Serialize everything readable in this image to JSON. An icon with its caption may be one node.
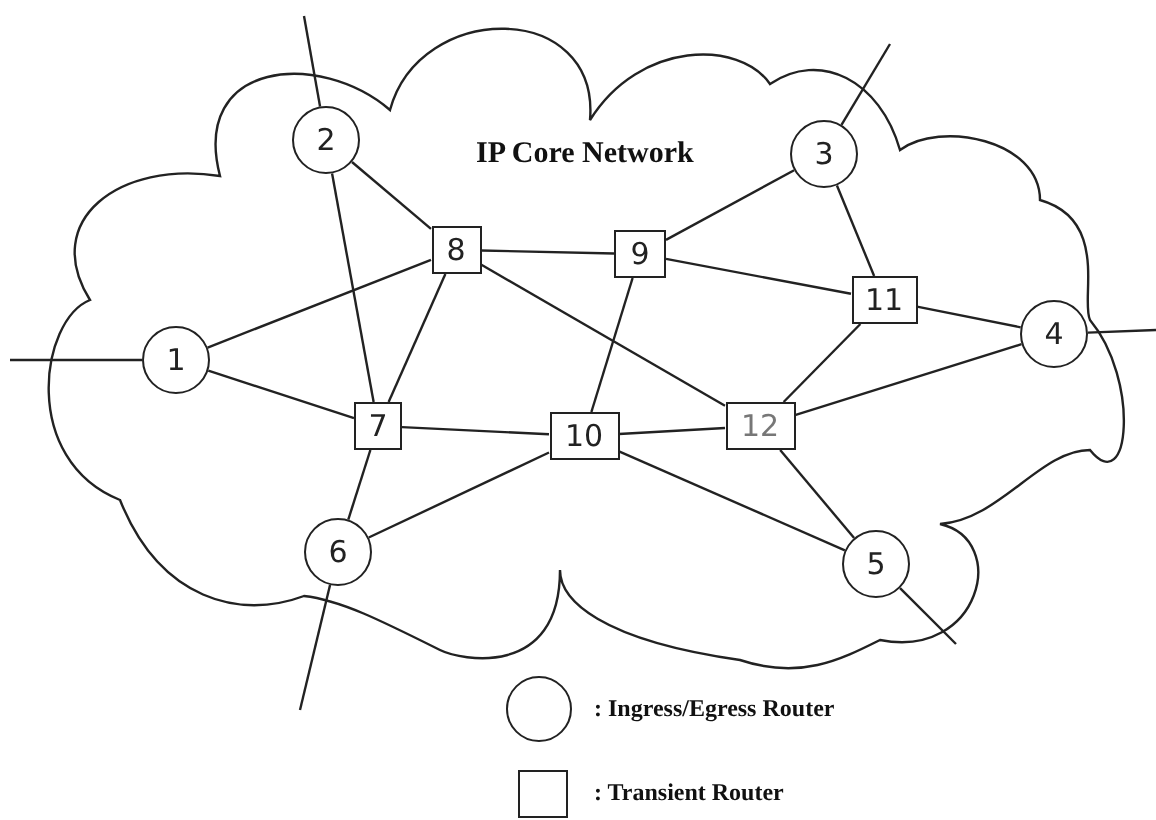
{
  "diagram": {
    "nodes": [
      {
        "text": [
          "IP Core Network"
        ]
      },
      {
        "text": [
          "1"
        ],
        "in": 0
      },
      {
        "text": [
          "2"
        ],
        "in": 0
      },
      {
        "text": [
          "3"
        ],
        "in": 0
      },
      {
        "text": [
          "4"
        ],
        "in": 0
      },
      {
        "text": [
          "5"
        ],
        "in": 0
      },
      {
        "text": [
          "6"
        ],
        "in": 0
      },
      {
        "text": [
          "7"
        ],
        "in": 0
      },
      {
        "text": [
          "8"
        ],
        "in": 0
      },
      {
        "text": [
          "9"
        ],
        "in": 0
      },
      {
        "text": [
          "10"
        ],
        "in": 0
      },
      {
        "text": [
          "11"
        ],
        "in": 0
      },
      {
        "text": [
          "12"
        ],
        "in": 0
      }
    ],
    "edges": [
      {
        "from": null,
        "to": 1,
        "arrow": "none"
      },
      {
        "from": null,
        "to": 2,
        "arrow": "none"
      },
      {
        "from": null,
        "to": 3,
        "arrow": "none"
      },
      {
        "from": null,
        "to": 4,
        "arrow": "none"
      },
      {
        "from": null,
        "to": 5,
        "arrow": "none"
      },
      {
        "from": null,
        "to": 6,
        "arrow": "none"
      },
      {
        "from": 1,
        "to": 8,
        "arrow": "none"
      },
      {
        "from": 1,
        "to": 7,
        "arrow": "none"
      },
      {
        "from": 2,
        "to": 7,
        "arrow": "none"
      },
      {
        "from": 2,
        "to": 8,
        "arrow": "none"
      },
      {
        "from": 8,
        "to": 9,
        "arrow": "none"
      },
      {
        "from": 8,
        "to": 7,
        "arrow": "none"
      },
      {
        "from": 8,
        "to": 12,
        "arrow": "none"
      },
      {
        "from": 9,
        "to": 3,
        "arrow": "none"
      },
      {
        "from": 9,
        "to": 11,
        "arrow": "none"
      },
      {
        "from": 9,
        "to": 10,
        "arrow": "none"
      },
      {
        "from": 3,
        "to": 11,
        "arrow": "none"
      },
      {
        "from": 11,
        "to": 4,
        "arrow": "none"
      },
      {
        "from": 11,
        "to": 12,
        "arrow": "none"
      },
      {
        "from": 12,
        "to": 4,
        "arrow": "none"
      },
      {
        "from": 7,
        "to": 10,
        "arrow": "none"
      },
      {
        "from": 10,
        "to": 12,
        "arrow": "none"
      },
      {
        "from": 6,
        "to": 7,
        "arrow": "none"
      },
      {
        "from": 6,
        "to": 10,
        "arrow": "none"
      },
      {
        "from": 10,
        "to": 5,
        "arrow": "none"
      },
      {
        "from": 12,
        "to": 5,
        "arrow": "none"
      }
    ],
    "legend": [
      {
        "text": ": Ingress/Egress Router"
      },
      {
        "text": ": Transient Router"
      }
    ]
  }
}
